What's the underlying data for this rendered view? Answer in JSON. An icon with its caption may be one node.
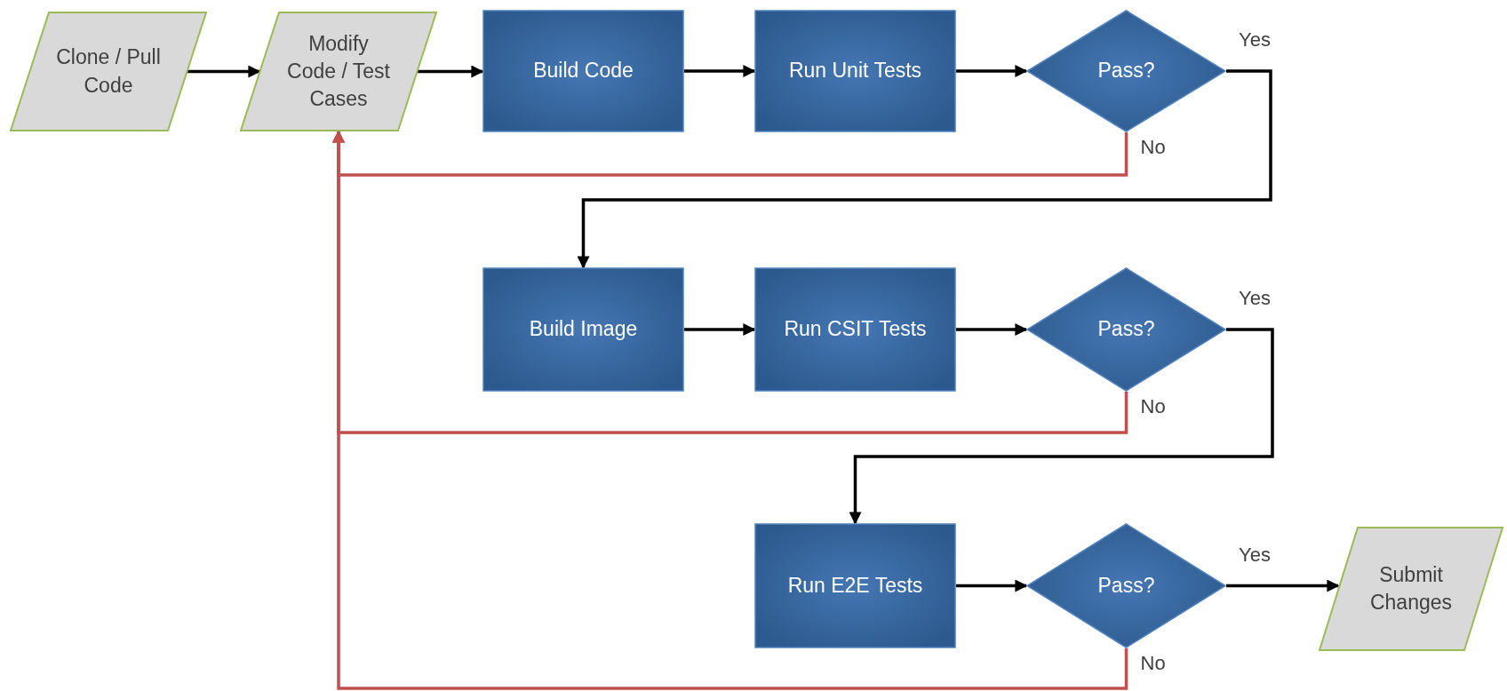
{
  "diagram": {
    "nodes": [
      {
        "text": [
          "Clone / Pull Code"
        ]
      },
      {
        "text": [
          "Modify Code / Test Cases"
        ]
      },
      {
        "text": [
          "Build Code"
        ]
      },
      {
        "text": [
          "Run Unit Tests"
        ]
      },
      {
        "text": [
          "Pass?"
        ]
      },
      {
        "text": [
          "Build Image"
        ]
      },
      {
        "text": [
          "Run CSIT Tests"
        ]
      },
      {
        "text": [
          "Pass?"
        ]
      },
      {
        "text": [
          "Run E2E Tests"
        ]
      },
      {
        "text": [
          "Pass?"
        ]
      },
      {
        "text": [
          "Submit Changes"
        ]
      }
    ],
    "edges": [
      {
        "from": 0,
        "to": 1,
        "arrow": "to"
      },
      {
        "from": 1,
        "to": 2,
        "arrow": "to"
      },
      {
        "from": 2,
        "to": 3,
        "arrow": "to"
      },
      {
        "from": 3,
        "to": 4,
        "arrow": "to"
      },
      {
        "from": 4,
        "to": 5,
        "arrow": "to",
        "label": "Yes"
      },
      {
        "from": 4,
        "to": 1,
        "arrow": "to",
        "label": "No",
        "color": "#c0504d"
      },
      {
        "from": 5,
        "to": 6,
        "arrow": "to"
      },
      {
        "from": 6,
        "to": 7,
        "arrow": "to"
      },
      {
        "from": 7,
        "to": 8,
        "arrow": "to",
        "label": "Yes"
      },
      {
        "from": 7,
        "to": 1,
        "arrow": "to",
        "label": "No",
        "color": "#c0504d"
      },
      {
        "from": 8,
        "to": 9,
        "arrow": "to"
      },
      {
        "from": 9,
        "to": 10,
        "arrow": "to",
        "label": "Yes"
      },
      {
        "from": 9,
        "to": 1,
        "arrow": "to",
        "label": "No",
        "color": "#c0504d"
      }
    ]
  }
}
